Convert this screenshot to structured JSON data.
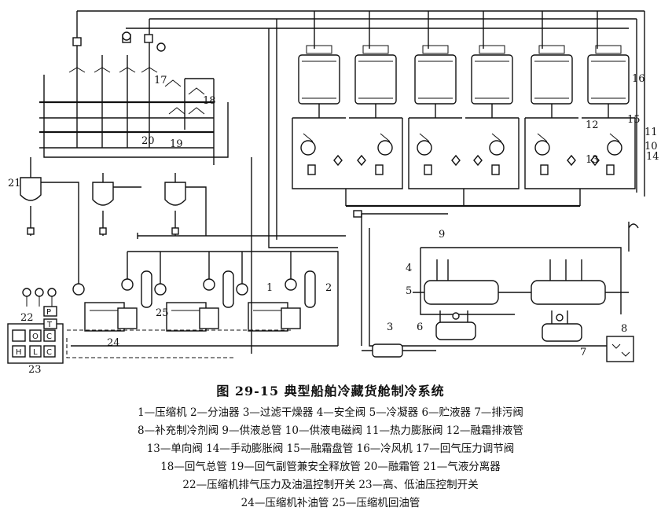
{
  "figure": {
    "title": "图 29-15    典型船舶冷藏货舱制冷系统",
    "legend_lines": [
      "1—压缩机   2—分油器   3—过滤干燥器   4—安全阀   5—冷凝器   6—贮液器   7—排污阀",
      "8—补充制冷剂阀   9—供液总管   10—供液电磁阀   11—热力膨胀阀   12—融霜排液管",
      "13—单向阀   14—手动膨胀阀   15—融霜盘管   16—冷风机   17—回气压力调节阀",
      "18—回气总管   19—回气副管兼安全释放管   20—融霜管   21—气液分离器",
      "22—压缩机排气压力及油温控制开关   23—高、低油压控制开关",
      "24—压缩机补油管   25—压缩机回油管"
    ]
  },
  "diagram_labels": {
    "l1": "1",
    "l2": "2",
    "l3": "3",
    "l4": "4",
    "l5": "5",
    "l6": "6",
    "l7": "7",
    "l8": "8",
    "l9": "9",
    "l10": "10",
    "l11": "11",
    "l12": "12",
    "l13": "13",
    "l14": "14",
    "l15": "15",
    "l16": "16",
    "l17": "17",
    "l18": "18",
    "l19": "19",
    "l20": "20",
    "l21": "21",
    "l22": "22",
    "l23": "23",
    "l24": "24",
    "l25": "25"
  },
  "control_panel": {
    "P": "P",
    "T": "T",
    "H": "H",
    "L": "L",
    "O": "O",
    "C1": "C",
    "C2": "C"
  }
}
